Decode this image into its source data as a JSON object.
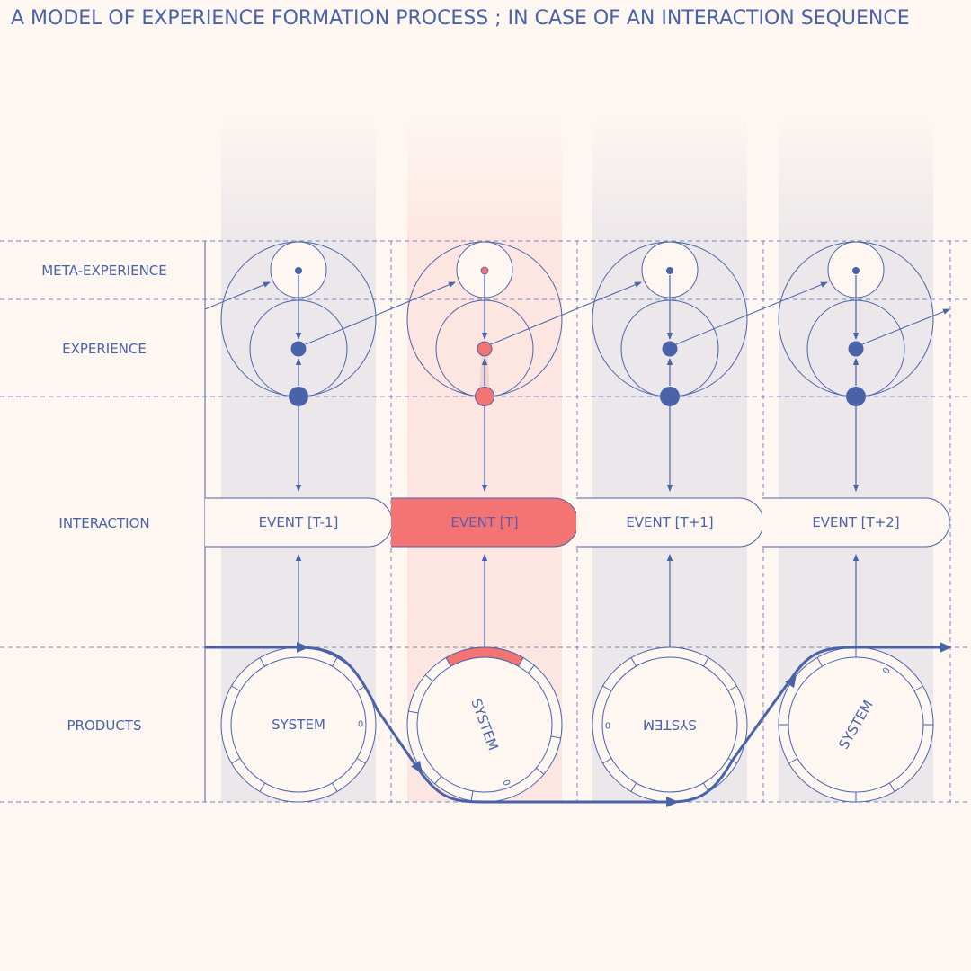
{
  "title": "A MODEL OF EXPERIENCE FORMATION PROCESS ; IN CASE OF AN INTERACTION SEQUENCE",
  "rows": [
    {
      "key": "meta",
      "label": "META-EXPERIENCE"
    },
    {
      "key": "experience",
      "label": "EXPERIENCE"
    },
    {
      "key": "interaction",
      "label": "INTERACTION"
    },
    {
      "key": "products",
      "label": "PRODUCTS"
    }
  ],
  "columns": [
    {
      "event": "EVENT [T-1]",
      "system_label": "SYSTEM",
      "dial_mark": "0",
      "highlight": false
    },
    {
      "event": "EVENT [T]",
      "system_label": "SYSTEM",
      "dial_mark": "0",
      "highlight": true
    },
    {
      "event": "EVENT [T+1]",
      "system_label": "SYSTEM",
      "dial_mark": "0",
      "highlight": false
    },
    {
      "event": "EVENT [T+2]",
      "system_label": "SYSTEM",
      "dial_mark": "0",
      "highlight": false
    }
  ],
  "colors": {
    "background": "#fdf6f1",
    "ink": "#4a63a8",
    "accent": "#f47373",
    "column_band": "#ece7ea",
    "highlight_band": "#fde6e2"
  }
}
